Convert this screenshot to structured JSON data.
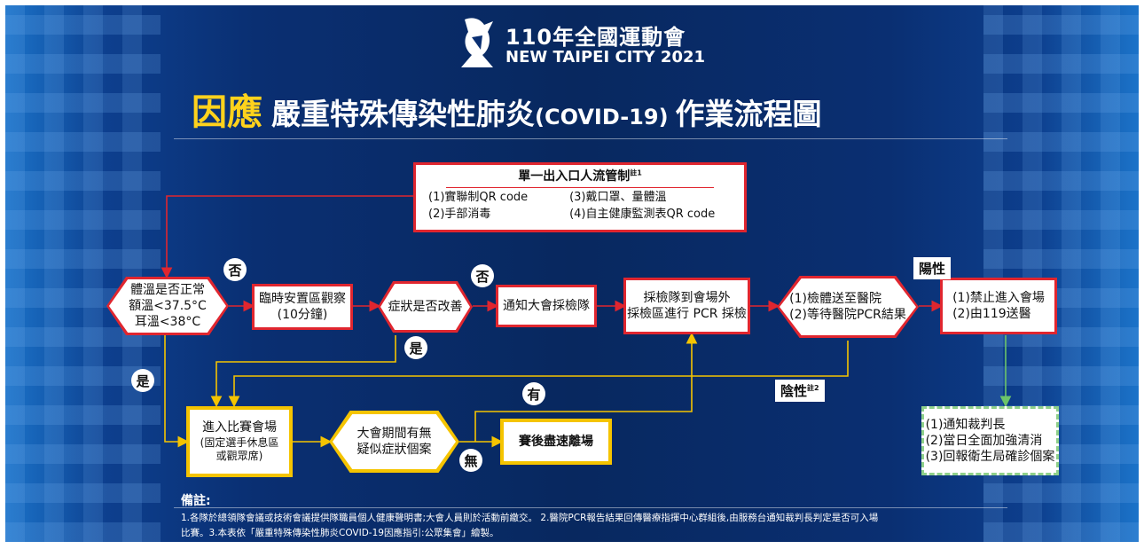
{
  "header": {
    "event_cn": "110年全國運動會",
    "event_en": "NEW TAIPEI CITY 2021",
    "title_yellow": "因應",
    "title_main": "嚴重特殊傳染性肺炎",
    "title_covid": "(COVID-19)",
    "title_tail": "作業流程圖"
  },
  "control_box": {
    "title": "單一出入口人流管制",
    "title_note": "註1",
    "items": [
      "(1)實聯制QR code",
      "(3)戴口罩、量體溫",
      "(2)手部消毒",
      "(4)自主健康監測表QR code"
    ]
  },
  "nodes": {
    "temp_check": [
      "體溫是否正常",
      "額溫<37.5°C",
      "耳溫<38°C"
    ],
    "observe": [
      "臨時安置區觀察",
      "(10分鐘)"
    ],
    "symptom_improve": "症狀是否改善",
    "notify_team": "通知大會採檢隊",
    "pcr": [
      "採檢隊到會場外",
      "採檢區進行 PCR 採檢"
    ],
    "hospital": [
      "(1)檢體送至醫院",
      "(2)等待醫院PCR結果"
    ],
    "positive_action": [
      "(1)禁止進入會場",
      "(2)由119送醫"
    ],
    "enter_venue": [
      "進入比賽會場",
      "(固定選手休息區",
      "或觀眾席)"
    ],
    "symptom_case": [
      "大會期間有無",
      "疑似症狀個案"
    ],
    "leave": "賽後盡速離場",
    "report": [
      "(1)通知裁判長",
      "(2)當日全面加強清消",
      "(3)回報衛生局確診個案"
    ]
  },
  "labels": {
    "no": "否",
    "yes": "是",
    "have": "有",
    "none": "無",
    "positive": "陽性",
    "negative": "陰性",
    "negative_note": "註2"
  },
  "notes": {
    "title": "備註:",
    "line1": "1.各隊於總領隊會議或技術會議提供隊職員個人健康聲明書;大會人員則於活動前繳交。 2.醫院PCR報告結果回傳醫療指揮中心群組後,由服務台通知裁判長判定是否可入場",
    "line2": "比賽。3.本表依「嚴重特殊傳染性肺炎COVID-19因應指引:公眾集會」繪製。"
  },
  "colors": {
    "red_border": "#e0262f",
    "yellow_border": "#f5c400",
    "green_border": "#8fd08a",
    "title_yellow": "#ffd21c",
    "arrow_yellow": "#f5c400",
    "arrow_red": "#e0262f",
    "arrow_green": "#6cc46a",
    "background": "#08285f"
  }
}
